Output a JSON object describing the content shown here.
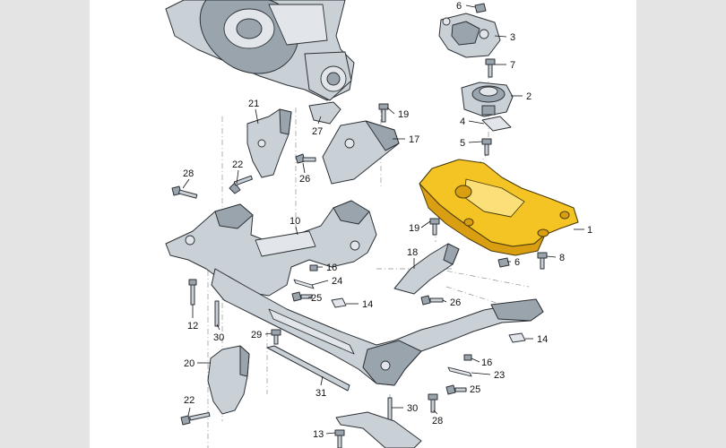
{
  "callouts": [
    {
      "id": "c6a",
      "label": "6"
    },
    {
      "id": "c3",
      "label": "3"
    },
    {
      "id": "c7",
      "label": "7"
    },
    {
      "id": "c2",
      "label": "2"
    },
    {
      "id": "c4",
      "label": "4"
    },
    {
      "id": "c5",
      "label": "5"
    },
    {
      "id": "c21",
      "label": "21"
    },
    {
      "id": "c19a",
      "label": "19"
    },
    {
      "id": "c27",
      "label": "27"
    },
    {
      "id": "c17",
      "label": "17"
    },
    {
      "id": "c22a",
      "label": "22"
    },
    {
      "id": "c26a",
      "label": "26"
    },
    {
      "id": "c28a",
      "label": "28"
    },
    {
      "id": "c10",
      "label": "10"
    },
    {
      "id": "c19b",
      "label": "19"
    },
    {
      "id": "c1",
      "label": "1"
    },
    {
      "id": "c18",
      "label": "18"
    },
    {
      "id": "c8",
      "label": "8"
    },
    {
      "id": "c6b",
      "label": "6"
    },
    {
      "id": "c16a",
      "label": "16"
    },
    {
      "id": "c24",
      "label": "24"
    },
    {
      "id": "c25a",
      "label": "25"
    },
    {
      "id": "c14a",
      "label": "14"
    },
    {
      "id": "c26b",
      "label": "26"
    },
    {
      "id": "c12",
      "label": "12"
    },
    {
      "id": "c30a",
      "label": "30"
    },
    {
      "id": "c29",
      "label": "29"
    },
    {
      "id": "c14b",
      "label": "14"
    },
    {
      "id": "c20",
      "label": "20"
    },
    {
      "id": "c16b",
      "label": "16"
    },
    {
      "id": "c23",
      "label": "23"
    },
    {
      "id": "c25b",
      "label": "25"
    },
    {
      "id": "c31",
      "label": "31"
    },
    {
      "id": "c22b",
      "label": "22"
    },
    {
      "id": "c30b",
      "label": "30"
    },
    {
      "id": "c28b",
      "label": "28"
    },
    {
      "id": "c13",
      "label": "13"
    }
  ],
  "colors": {
    "background": "#e4e4e4",
    "panel": "#ffffff",
    "highlight": "#f3c424",
    "part": "#c9d0d6",
    "line": "#2c3136"
  }
}
